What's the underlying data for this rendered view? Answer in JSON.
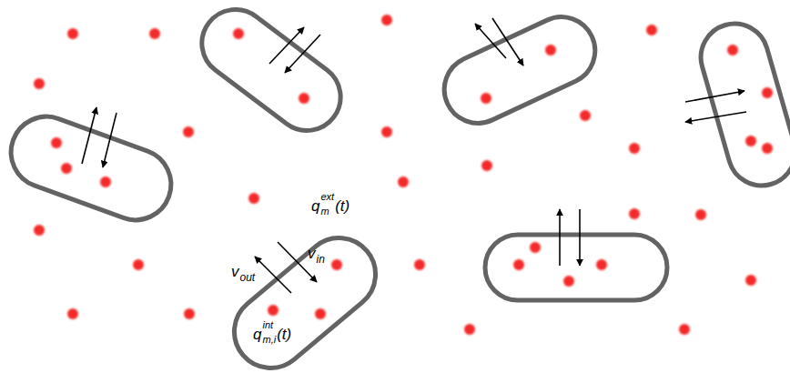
{
  "diagram": {
    "labels": [
      "q",
      "ext",
      "m",
      "(t)",
      "v",
      "out",
      "v",
      "in",
      "q",
      "int",
      "m,i",
      "(t)"
    ]
  }
}
